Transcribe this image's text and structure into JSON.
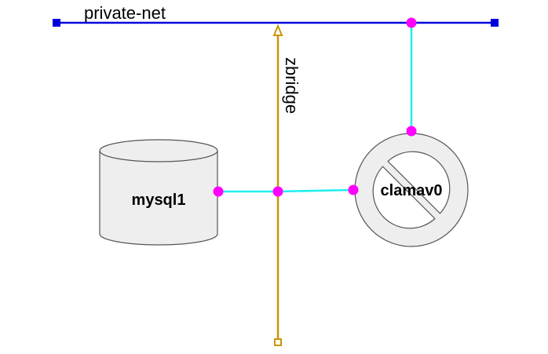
{
  "network": {
    "label": "private-net",
    "color": "#0000dd"
  },
  "bridge": {
    "label": "zbridge",
    "color": "#c8960c"
  },
  "nodes": {
    "database": {
      "label": "mysql1",
      "icon": "database-cylinder-icon"
    },
    "container": {
      "label": "clamav0",
      "icon": "prohibited-icon"
    }
  },
  "colors": {
    "link": "#22eeee",
    "connector": "#ff00ff",
    "shape_fill": "#eeeeee",
    "shape_stroke": "#555555"
  }
}
